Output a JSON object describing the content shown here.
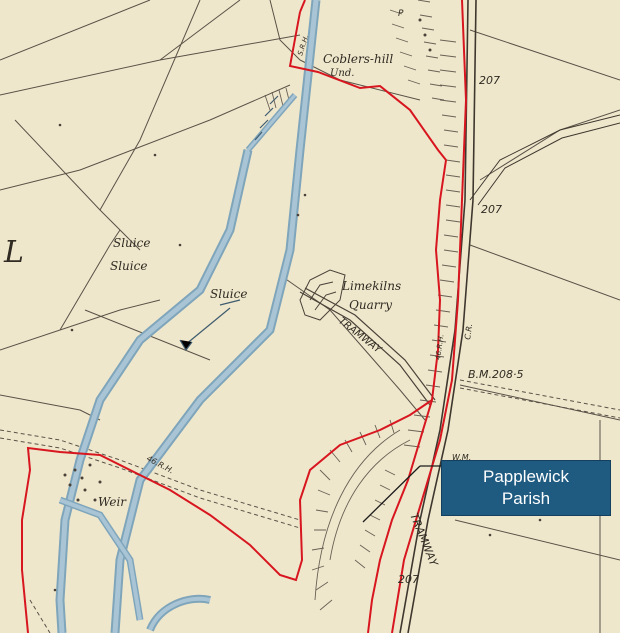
{
  "map": {
    "labels": {
      "coblers_hill": "Coblers-hill",
      "und": "Und.",
      "sluice_1": "Sluice",
      "sluice_2": "Sluice",
      "sluice_3": "Sluice",
      "limekilns": "Limekilns",
      "quarry": "Quarry",
      "tramway_upper": "TRAMWAY",
      "tramway_lower": "TRAMWAY",
      "bm": "B.M.208·5",
      "spot_207_a": "207",
      "spot_207_b": "207",
      "spot_207_c": "207",
      "weir": "Weir",
      "rh_top": "S.R.H.",
      "rh_lower": "46.R.H.",
      "rh_rail": "46.R.H.",
      "cr": "C.R.",
      "wm": "W.M.",
      "p_mark": "P",
      "edge_letter": "L"
    },
    "callout": {
      "line1": "Papplewick",
      "line2": "Parish"
    },
    "colors": {
      "paper": "#efe7cc",
      "boundary": "#d8161f",
      "water": "#8fb3c8",
      "callout_bg": "#1f5a80"
    }
  }
}
